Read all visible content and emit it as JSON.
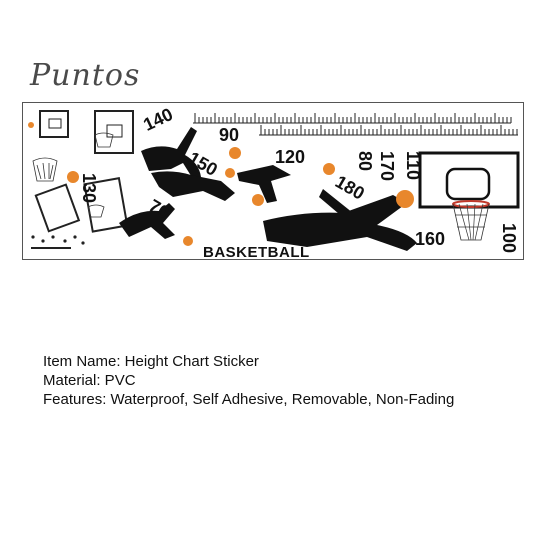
{
  "brand": {
    "logo_text": "Puntos"
  },
  "sticker": {
    "title": "BASKETBALL",
    "numbers": [
      "140",
      "90",
      "120",
      "80",
      "170",
      "110",
      "150",
      "180",
      "130",
      "70",
      "160",
      "100"
    ],
    "colors": {
      "ink": "#111111",
      "ball": "#e8872c",
      "net": "#333333"
    },
    "icons": [
      "hoop-icon",
      "basketball-icon",
      "player-silhouette-icon",
      "ruler-scale-icon"
    ]
  },
  "product": {
    "item_name": "Item Name: Height Chart Sticker",
    "material": "Material: PVC",
    "features": "Features: Waterproof, Self Adhesive, Removable, Non-Fading"
  }
}
